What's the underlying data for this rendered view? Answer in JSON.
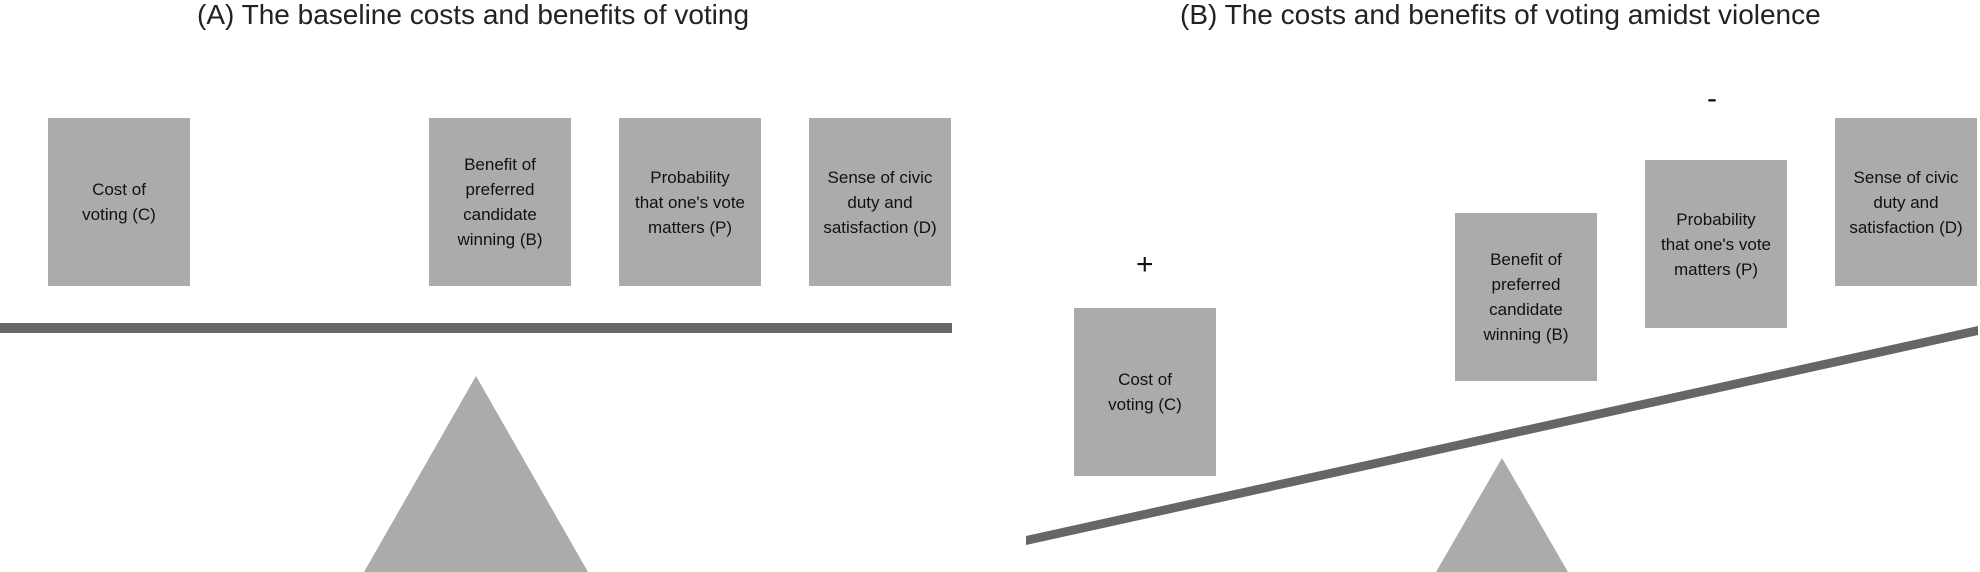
{
  "colors": {
    "box_fill": "#ababab",
    "beam": "#666666",
    "fulcrum": "#ababab"
  },
  "panel_a": {
    "title": "(A) The baseline costs and benefits of voting",
    "boxes": {
      "cost": "Cost of\nvoting (C)",
      "benefit": "Benefit of\npreferred\ncandidate\nwinning (B)",
      "probability": "Probability\nthat one's vote\nmatters (P)",
      "duty": "Sense of civic\nduty and\nsatisfaction (D)"
    }
  },
  "panel_b": {
    "title": "(B) The costs and benefits of voting amidst violence",
    "boxes": {
      "cost": "Cost of\nvoting (C)",
      "benefit": "Benefit of\npreferred\ncandidate\nwinning (B)",
      "probability": "Probability\nthat one's vote\nmatters (P)",
      "duty": "Sense of civic\nduty and\nsatisfaction (D)"
    },
    "signs": {
      "cost": "+",
      "probability": "-"
    }
  }
}
